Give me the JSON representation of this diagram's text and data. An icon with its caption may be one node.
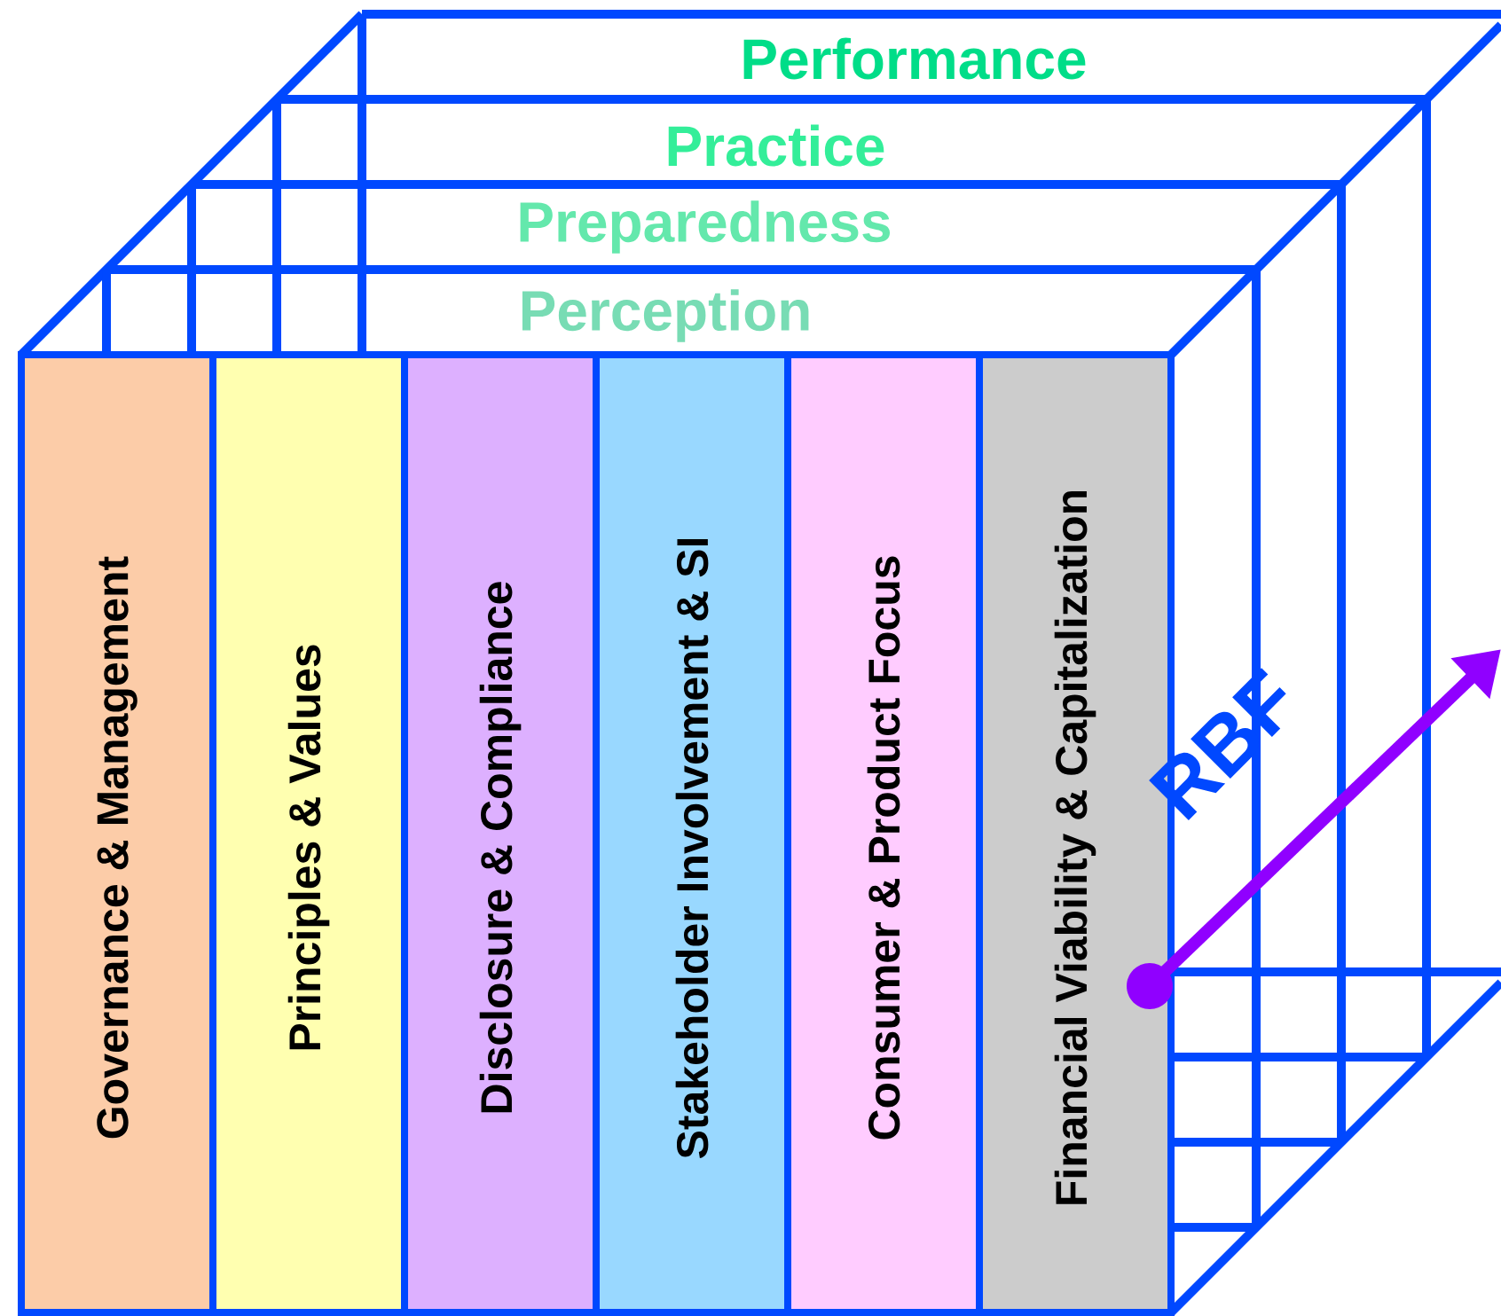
{
  "diagram": {
    "nodes": [
      {
        "text": [
          "Performance"
        ]
      },
      {
        "text": [
          "Practice"
        ]
      },
      {
        "text": [
          "Preparedness"
        ]
      },
      {
        "text": [
          "Perception"
        ]
      },
      {
        "text": [
          "Governance & Management"
        ]
      },
      {
        "text": [
          "Principles & Values"
        ]
      },
      {
        "text": [
          "Disclosure & Compliance"
        ]
      },
      {
        "text": [
          "Stakeholder Involvement & SI"
        ]
      },
      {
        "text": [
          "Consumer & Product Focus"
        ]
      },
      {
        "text": [
          "Financial Viability & Capitalization"
        ]
      }
    ],
    "labels": [
      "RBF"
    ]
  }
}
